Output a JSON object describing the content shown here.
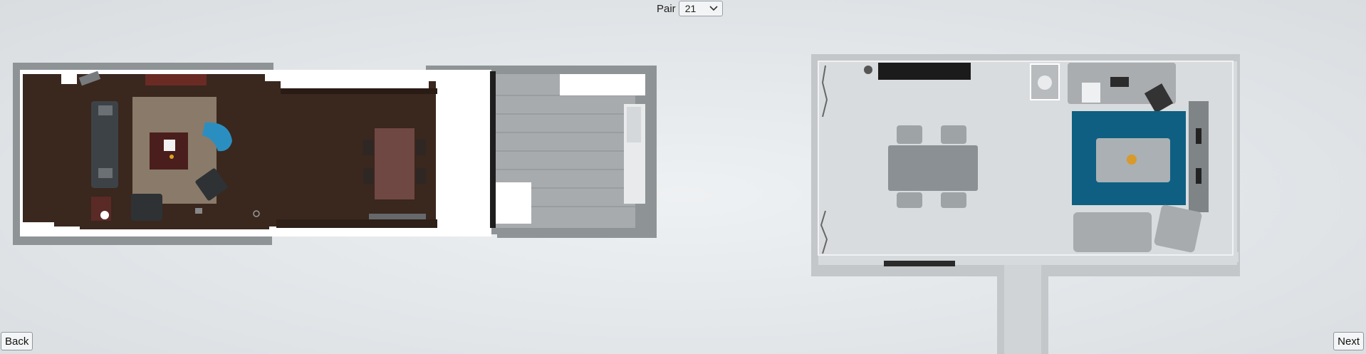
{
  "header": {
    "pair_label": "Pair",
    "pair_value": "21"
  },
  "nav": {
    "back_label": "Back",
    "next_label": "Next"
  },
  "colors": {
    "background": "#e6e9ec",
    "wall": "#8e9396",
    "dark_floor": "#3a271e",
    "light_floor": "#c9cdd0",
    "rug_teal": "#0f5f82",
    "chair_blue": "#2a8fc0"
  },
  "icons": {
    "select_caret": "chevron-down-icon"
  }
}
